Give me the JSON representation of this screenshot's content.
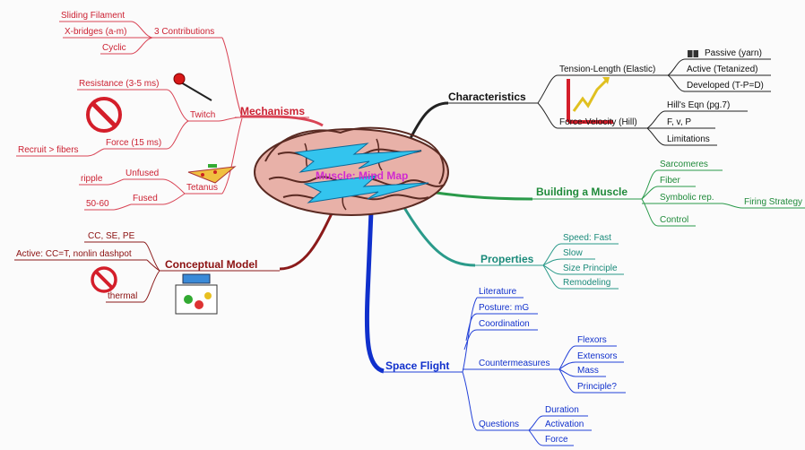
{
  "center": {
    "label": "Muscle: Mind Map"
  },
  "branches": {
    "mechanisms": {
      "label": "Mechanisms",
      "color": "#cc2233",
      "contributions": {
        "label": "3 Contributions",
        "items": [
          "Sliding Filament",
          "X-bridges (a-m)",
          "Cyclic"
        ]
      },
      "twitch": {
        "label": "Twitch",
        "items": [
          "Resistance (3-5 ms)",
          "Force (15 ms)"
        ]
      },
      "recruit": "Recruit > fibers",
      "tetanus": {
        "label": "Tetanus",
        "unfused": "Unfused",
        "ripple": "ripple",
        "fused": "Fused",
        "fused_value": "50-60"
      }
    },
    "characteristics": {
      "label": "Characteristics",
      "color": "#111111",
      "tension_length": {
        "label": "Tension-Length (Elastic)",
        "items": [
          "Passive (yarn)",
          "Active (Tetanized)",
          "Developed (T-P=D)"
        ]
      },
      "force_velocity": {
        "label": "Force-Velocity (Hill)",
        "items": [
          "Hill's Eqn (pg.7)",
          "F, v, P",
          "Limitations"
        ]
      }
    },
    "building": {
      "label": "Building a Muscle",
      "color": "#1f8a3a",
      "items": [
        "Sarcomeres",
        "Fiber",
        "Symbolic rep.",
        "Control"
      ],
      "firing": "Firing Strategy"
    },
    "properties": {
      "label": "Properties",
      "color": "#1a8a7a",
      "items": [
        "Speed: Fast",
        "Slow",
        "Size Principle",
        "Remodeling"
      ]
    },
    "space_flight": {
      "label": "Space Flight",
      "color": "#1030cc",
      "items": [
        "Literature",
        "Posture: mG",
        "Coordination"
      ],
      "countermeasures": {
        "label": "Countermeasures",
        "items": [
          "Flexors",
          "Extensors",
          "Mass",
          "Principle?"
        ]
      },
      "questions": {
        "label": "Questions",
        "items": [
          "Duration",
          "Activation",
          "Force"
        ]
      }
    },
    "conceptual": {
      "label": "Conceptual Model",
      "color": "#8b1010",
      "items": [
        "CC, SE, PE",
        "Active: CC=T, nonlin dashpot",
        "thermal"
      ]
    }
  },
  "icons": [
    "brain-icon",
    "lightning-icon",
    "no-sign-icon",
    "pin-icon",
    "book-icon",
    "graph-icon",
    "pizza-icon",
    "box-icon"
  ]
}
